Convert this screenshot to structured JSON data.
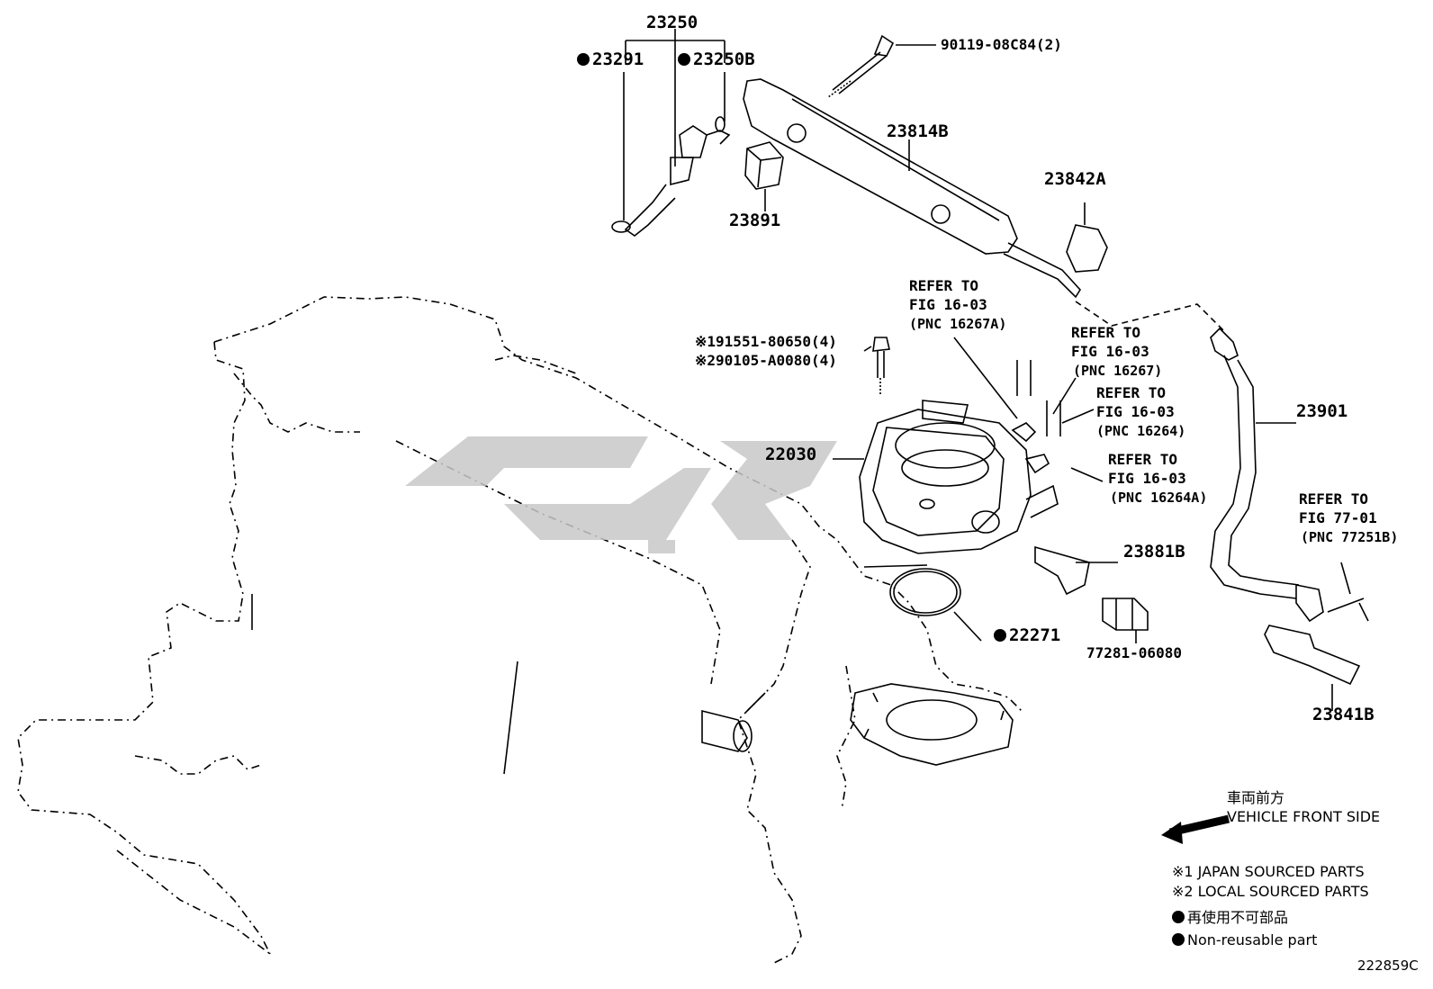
{
  "parts": {
    "p23250": "23250",
    "p23291": "23291",
    "p23250b": "23250B",
    "p90119": "90119-08C84(2)",
    "p23814b": "23814B",
    "p23891": "23891",
    "p23842a": "23842A",
    "p191551": "※191551-80650(4)",
    "p290105": "※290105-A0080(4)",
    "p22030": "22030",
    "p23901": "23901",
    "p23881b": "23881B",
    "p22271": "22271",
    "p77281": "77281-06080",
    "p23841b": "23841B"
  },
  "refs": [
    {
      "line1": "REFER TO",
      "line2": "FIG 16-03",
      "pnc": "(PNC 16267A)"
    },
    {
      "line1": "REFER TO",
      "line2": "FIG 16-03",
      "pnc": "(PNC 16267)"
    },
    {
      "line1": "REFER TO",
      "line2": "FIG 16-03",
      "pnc": "(PNC 16264)"
    },
    {
      "line1": "REFER TO",
      "line2": "FIG 16-03",
      "pnc": "(PNC 16264A)"
    },
    {
      "line1": "REFER TO",
      "line2": "FIG 77-01",
      "pnc": "(PNC 77251B)"
    }
  ],
  "legend": {
    "front_jp": "車両前方",
    "front_en": "VEHICLE FRONT SIDE",
    "note1": "※1 JAPAN SOURCED PARTS",
    "note2": "※2 LOCAL SOURCED PARTS",
    "nonreuse_jp": "再使用不可部品",
    "nonreuse_en": "Non-reusable part"
  },
  "figure_id": "222859C",
  "colors": {
    "ink": "#000000",
    "watermark": "#c8c8c8"
  }
}
